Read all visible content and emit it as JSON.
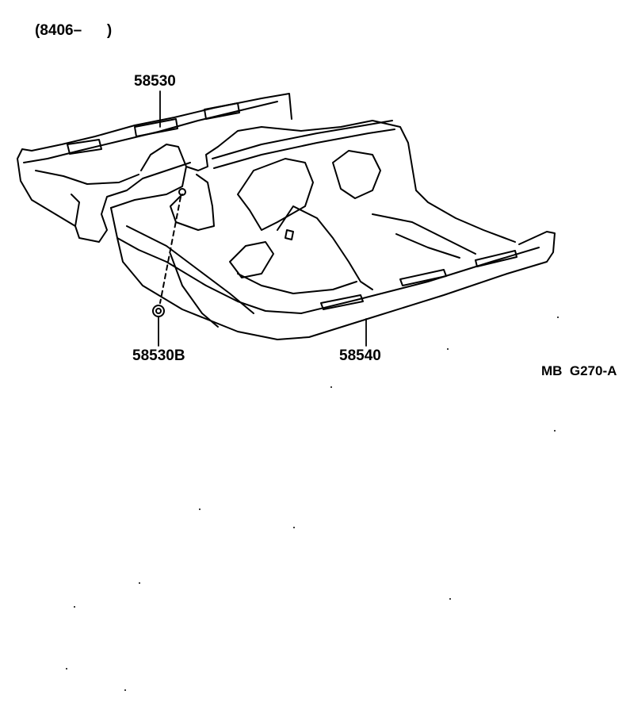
{
  "header": {
    "date_code": "(8406–      )"
  },
  "callouts": {
    "carpet_front": "58530",
    "carpet_clip": "58530B",
    "carpet_main": "58540"
  },
  "figure": {
    "code": "MB  G270-A"
  }
}
